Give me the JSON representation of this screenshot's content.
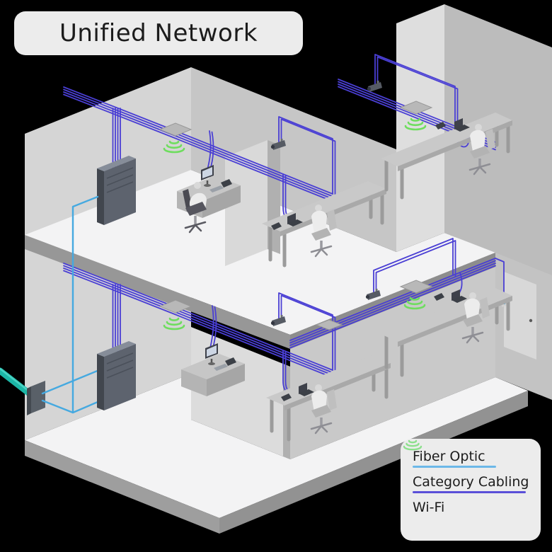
{
  "title": {
    "label": "Unified Network"
  },
  "legend": {
    "items": [
      {
        "label": "Fiber Optic"
      },
      {
        "label": "Category Cabling"
      },
      {
        "label": "Wi-Fi"
      }
    ]
  },
  "colors": {
    "bg": "#000000",
    "fiber": "#45a9e0",
    "fiber-legend": "#6cb8e8",
    "fiber-trunk": "#1cb7a7",
    "cat": "#4a3fd4",
    "cat-legend": "#5a50d8",
    "wifi": "#6edd5e",
    "wall-light": "#d5d5d5",
    "wall-mid": "#c6c6c6",
    "wall-dark": "#bcbcbc",
    "floor": "#f3f3f4",
    "edge": "#979797",
    "cabinet": "#5d636e",
    "panel-box": "#ececec",
    "text": "#1c1c1c"
  },
  "scene": {
    "floors": [
      {
        "name": "upper-floor",
        "icons": [
          "server-cabinet-icon",
          "junction-box-icon",
          "wifi-signal-icon",
          "security-camera-icon",
          "desktop-workstation-icon",
          "laptop-workstation-icon",
          "office-worker-icon"
        ]
      },
      {
        "name": "ground-floor",
        "icons": [
          "fiber-demarcation-box-icon",
          "fiber-trunk-icon",
          "server-cabinet-icon",
          "junction-box-icon",
          "wifi-signal-icon",
          "security-camera-icon",
          "desktop-workstation-icon",
          "laptop-workstation-icon",
          "office-worker-icon",
          "door-icon",
          "fiber-wall-outlet-icon"
        ]
      }
    ]
  }
}
